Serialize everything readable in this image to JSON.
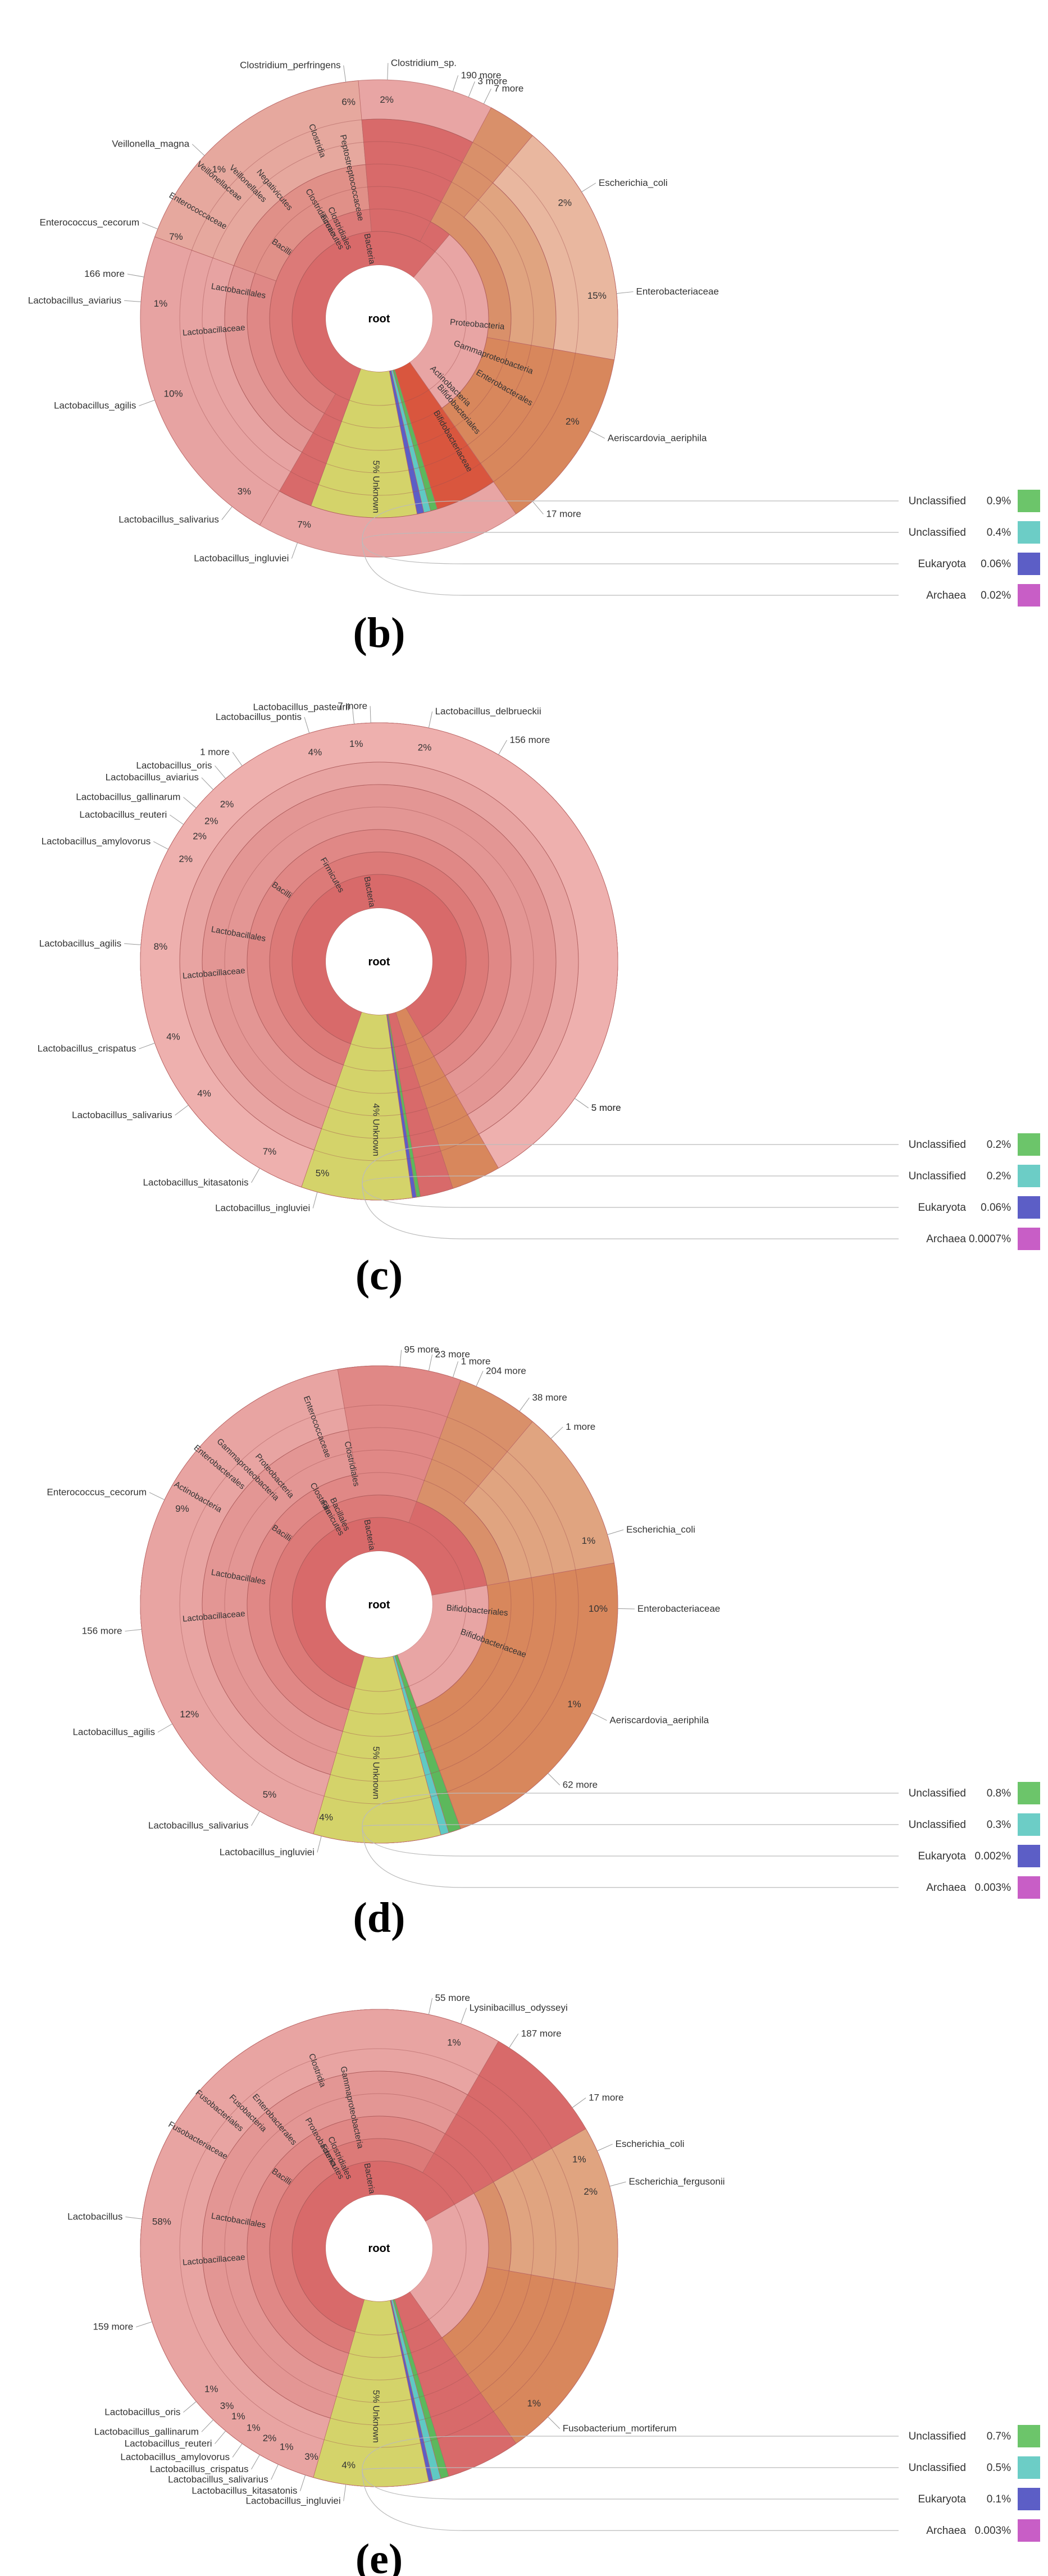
{
  "panels": [
    {
      "letter": "(b)",
      "chart_data": {
        "type": "sunburst",
        "center_label": "root",
        "hierarchy": [
          "Bacteria",
          "Firmicutes",
          "Bacilli",
          "Lactobacillales",
          "Lactobacillaceae",
          "Clostridia",
          "Clostridiales",
          "Clostridiaceae",
          "Peptostreptococcaceae",
          "Negativicutes",
          "Veillonellales",
          "Veillonellaceae",
          "Enterococcaceae",
          "Proteobacteria",
          "Gammaproteobacteria",
          "Enterobacterales",
          "Actinobacteria",
          "Bifidobacteriales",
          "Bifidobacteriaceae"
        ],
        "outer_labels": [
          {
            "name": "Veillonella_magna",
            "percent": "1%"
          },
          {
            "name": "Enterococcus_cecorum",
            "percent": "7%"
          },
          {
            "name": "166 more",
            "percent": ""
          },
          {
            "name": "Lactobacillus_aviarius",
            "percent": "1%"
          },
          {
            "name": "Lactobacillus_agilis",
            "percent": "10%"
          },
          {
            "name": "Lactobacillus_salivarius",
            "percent": "3%"
          },
          {
            "name": "Lactobacillus_ingluviei",
            "percent": "7%"
          },
          {
            "name": "Clostridium_perfringens",
            "percent": "6%"
          },
          {
            "name": "Clostridium_sp.",
            "percent": "2%"
          },
          {
            "name": "190 more",
            "percent": ""
          },
          {
            "name": "3 more",
            "percent": ""
          },
          {
            "name": "7 more",
            "percent": ""
          },
          {
            "name": "Escherichia_coli",
            "percent": "2%"
          },
          {
            "name": "Enterobacteriaceae",
            "percent": "15%"
          },
          {
            "name": "Aeriscardovia_aeriphila",
            "percent": "2%"
          },
          {
            "name": "17 more",
            "percent": ""
          }
        ],
        "unknown_percent": "5%",
        "legend": [
          {
            "label": "Unclassified",
            "value": "0.9%",
            "color": "#6cc56a"
          },
          {
            "label": "Unclassified",
            "value": "0.4%",
            "color": "#6ccdc6"
          },
          {
            "label": "Eukaryota",
            "value": "0.06%",
            "color": "#5c5ec6"
          },
          {
            "label": "Archaea",
            "value": "0.02%",
            "color": "#c85ec6"
          }
        ]
      }
    },
    {
      "letter": "(c)",
      "chart_data": {
        "type": "sunburst",
        "center_label": "root",
        "hierarchy": [
          "Bacteria",
          "Firmicutes",
          "Bacilli",
          "Lactobacillales",
          "Lactobacillaceae"
        ],
        "outer_labels": [
          {
            "name": "Lactobacillus_pontis",
            "percent": "4%"
          },
          {
            "name": "1 more",
            "percent": ""
          },
          {
            "name": "Lactobacillus_oris",
            "percent": ""
          },
          {
            "name": "Lactobacillus_aviarius",
            "percent": "2%"
          },
          {
            "name": "Lactobacillus_gallinarum",
            "percent": "2%"
          },
          {
            "name": "Lactobacillus_reuteri",
            "percent": "2%"
          },
          {
            "name": "Lactobacillus_amylovorus",
            "percent": "2%"
          },
          {
            "name": "Lactobacillus_agilis",
            "percent": "8%"
          },
          {
            "name": "Lactobacillus_crispatus",
            "percent": "4%"
          },
          {
            "name": "Lactobacillus_salivarius",
            "percent": "4%"
          },
          {
            "name": "Lactobacillus_kitasatonis",
            "percent": "7%"
          },
          {
            "name": "Lactobacillus_ingluviei",
            "percent": "5%"
          },
          {
            "name": "5 more",
            "percent": ""
          },
          {
            "name": "Lactobacillus_pasteurii",
            "percent": "1%"
          },
          {
            "name": "7 more",
            "percent": ""
          },
          {
            "name": "Lactobacillus_delbrueckii",
            "percent": "2%"
          },
          {
            "name": "156 more",
            "percent": ""
          },
          {
            "name": "5 more",
            "percent": ""
          }
        ],
        "unknown_percent": "4%",
        "legend": [
          {
            "label": "Unclassified",
            "value": "0.2%",
            "color": "#6cc56a"
          },
          {
            "label": "Unclassified",
            "value": "0.2%",
            "color": "#6ccdc6"
          },
          {
            "label": "Eukaryota",
            "value": "0.06%",
            "color": "#5c5ec6"
          },
          {
            "label": "Archaea",
            "value": "0.0007%",
            "color": "#c85ec6"
          }
        ]
      }
    },
    {
      "letter": "(d)",
      "chart_data": {
        "type": "sunburst",
        "center_label": "root",
        "hierarchy": [
          "Bacteria",
          "Firmicutes",
          "Bacilli",
          "Lactobacillales",
          "Lactobacillaceae",
          "Enterococcaceae",
          "Bacillales",
          "Clostridia",
          "Clostridiales",
          "Proteobacteria",
          "Gammaproteobacteria",
          "Enterobacterales",
          "Actinobacteria",
          "Bifidobacteriales",
          "Bifidobacteriaceae"
        ],
        "outer_labels": [
          {
            "name": "Enterococcus_cecorum",
            "percent": "9%"
          },
          {
            "name": "95 more",
            "percent": ""
          },
          {
            "name": "23 more",
            "percent": ""
          },
          {
            "name": "1 more",
            "percent": ""
          },
          {
            "name": "204 more",
            "percent": ""
          },
          {
            "name": "38 more",
            "percent": ""
          },
          {
            "name": "1 more",
            "percent": ""
          },
          {
            "name": "Escherichia_coli",
            "percent": "1%"
          },
          {
            "name": "Enterobacteriaceae",
            "percent": "10%"
          },
          {
            "name": "156 more",
            "percent": ""
          },
          {
            "name": "Lactobacillus_agilis",
            "percent": "12%"
          },
          {
            "name": "Lactobacillus_salivarius",
            "percent": "5%"
          },
          {
            "name": "Lactobacillus_ingluviei",
            "percent": "4%"
          },
          {
            "name": "Aeriscardovia_aeriphila",
            "percent": "1%"
          },
          {
            "name": "62 more",
            "percent": ""
          }
        ],
        "unknown_percent": "5%",
        "legend": [
          {
            "label": "Unclassified",
            "value": "0.8%",
            "color": "#6cc56a"
          },
          {
            "label": "Unclassified",
            "value": "0.3%",
            "color": "#6ccdc6"
          },
          {
            "label": "Eukaryota",
            "value": "0.002%",
            "color": "#5c5ec6"
          },
          {
            "label": "Archaea",
            "value": "0.003%",
            "color": "#c85ec6"
          }
        ]
      }
    },
    {
      "letter": "(e)",
      "chart_data": {
        "type": "sunburst",
        "center_label": "root",
        "hierarchy": [
          "Bacteria",
          "Firmicutes",
          "Bacilli",
          "Lactobacillales",
          "Lactobacillaceae",
          "Clostridia",
          "Clostridiales",
          "Proteobacteria",
          "Gammaproteobacteria",
          "Enterobacterales",
          "Fusobacteria",
          "Fusobacteriales",
          "Fusobacteriaceae"
        ],
        "outer_labels": [
          {
            "name": "Lactobacillus",
            "percent": "58%"
          },
          {
            "name": "159 more",
            "percent": ""
          },
          {
            "name": "Lactobacillus_oris",
            "percent": "1%"
          },
          {
            "name": "Lactobacillus_gallinarum",
            "percent": "3%"
          },
          {
            "name": "Lactobacillus_reuteri",
            "percent": "1%"
          },
          {
            "name": "Lactobacillus_amylovorus",
            "percent": "1%"
          },
          {
            "name": "Lactobacillus_crispatus",
            "percent": "2%"
          },
          {
            "name": "Lactobacillus_salivarius",
            "percent": "1%"
          },
          {
            "name": "Lactobacillus_kitasatonis",
            "percent": "3%"
          },
          {
            "name": "Lactobacillus_ingluviei",
            "percent": "4%"
          },
          {
            "name": "55 more",
            "percent": ""
          },
          {
            "name": "Lysinibacillus_odysseyi",
            "percent": "1%"
          },
          {
            "name": "187 more",
            "percent": ""
          },
          {
            "name": "17 more",
            "percent": ""
          },
          {
            "name": "Escherichia_coli",
            "percent": "1%"
          },
          {
            "name": "Escherichia_fergusonii",
            "percent": "2%"
          },
          {
            "name": "Fusobacterium_mortiferum",
            "percent": "1%"
          }
        ],
        "unknown_percent": "5%",
        "legend": [
          {
            "label": "Unclassified",
            "value": "0.7%",
            "color": "#6cc56a"
          },
          {
            "label": "Unclassified",
            "value": "0.5%",
            "color": "#6ccdc6"
          },
          {
            "label": "Eukaryota",
            "value": "0.1%",
            "color": "#5c5ec6"
          },
          {
            "label": "Archaea",
            "value": "0.003%",
            "color": "#c85ec6"
          }
        ]
      }
    }
  ]
}
